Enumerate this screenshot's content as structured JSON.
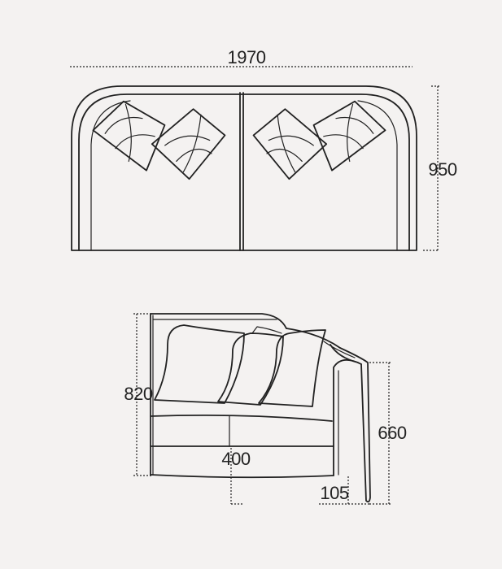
{
  "dimensions": {
    "width_total": "1970",
    "depth_total": "950",
    "height_total": "820",
    "seat_height": "660",
    "seat_depth_mark": "400",
    "leg_mark": "105"
  },
  "colors": {
    "background": "#f4f2f1",
    "line": "#222222"
  }
}
